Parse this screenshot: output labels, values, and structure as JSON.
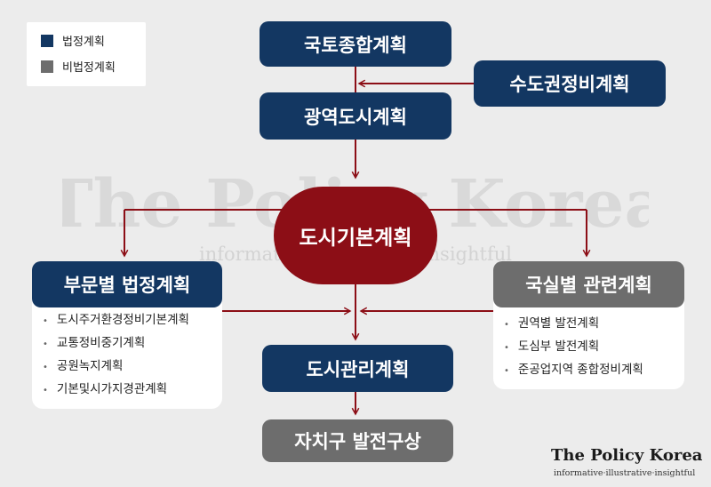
{
  "legend": {
    "statutory_label": "법정계획",
    "statutory_color": "#133762",
    "nonstatutory_label": "비법정계획",
    "nonstatutory_color": "#6d6d6d"
  },
  "nodes": {
    "national_plan": "국토종합계획",
    "capital_region_plan": "수도권정비계획",
    "metropolitan_plan": "광역도시계획",
    "urban_master_plan": "도시기본계획",
    "sectoral_statutory_plan": "부문별 법정계획",
    "department_plan": "국실별 관련계획",
    "urban_management_plan": "도시관리계획",
    "district_vision": "자치구 발전구상"
  },
  "sectoral_items": [
    "도시주거환경정비기본계획",
    "교통정비중기계획",
    "공원녹지계획",
    "기본및시가지경관계획"
  ],
  "department_items": [
    "권역별 발전계획",
    "도심부 발전계획",
    "준공업지역 종합정비계획"
  ],
  "watermark": {
    "title": "The Policy Korea",
    "tagline": "informative·illustrative·insightful"
  },
  "brand": {
    "title": "The Policy Korea",
    "tagline": "informative·illustrative·insightful"
  },
  "colors": {
    "statutory": "#133762",
    "nonstatutory": "#6d6d6d",
    "core": "#8c0e16",
    "connector": "#8c0e16"
  }
}
